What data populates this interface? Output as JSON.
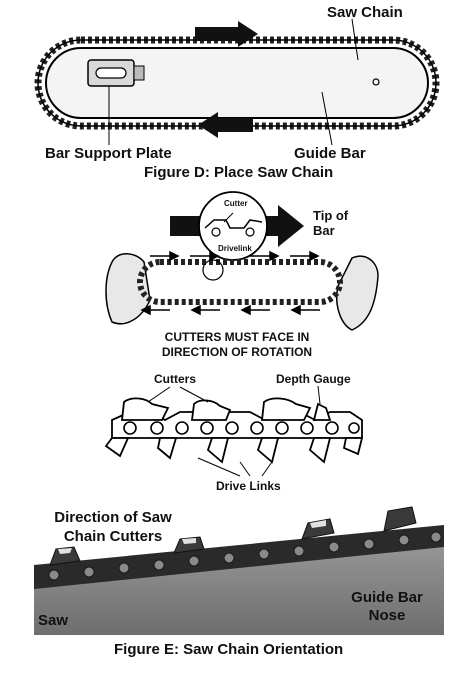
{
  "figure_d": {
    "saw_chain_label": "Saw Chain",
    "bar_support_plate_label": "Bar Support Plate",
    "guide_bar_label": "Guide Bar",
    "caption": "Figure D:  Place Saw Chain"
  },
  "rotation_diagram": {
    "cutter_label": "Cutter",
    "drivelink_label": "Drivelink",
    "tip_of_bar_label": "Tip of\nBar",
    "warning_line1": "CUTTERS MUST FACE IN",
    "warning_line2": "DIRECTION OF ROTATION"
  },
  "chain_detail": {
    "cutters_label": "Cutters",
    "depth_gauge_label": "Depth Gauge",
    "drive_links_label": "Drive Links"
  },
  "figure_e": {
    "direction_label_line1": "Direction of Saw",
    "direction_label_line2": "Chain Cutters",
    "saw_label": "Saw",
    "guide_bar_nose_line1": "Guide Bar",
    "guide_bar_nose_line2": "Nose",
    "caption": "Figure E:  Saw Chain Orientation"
  }
}
